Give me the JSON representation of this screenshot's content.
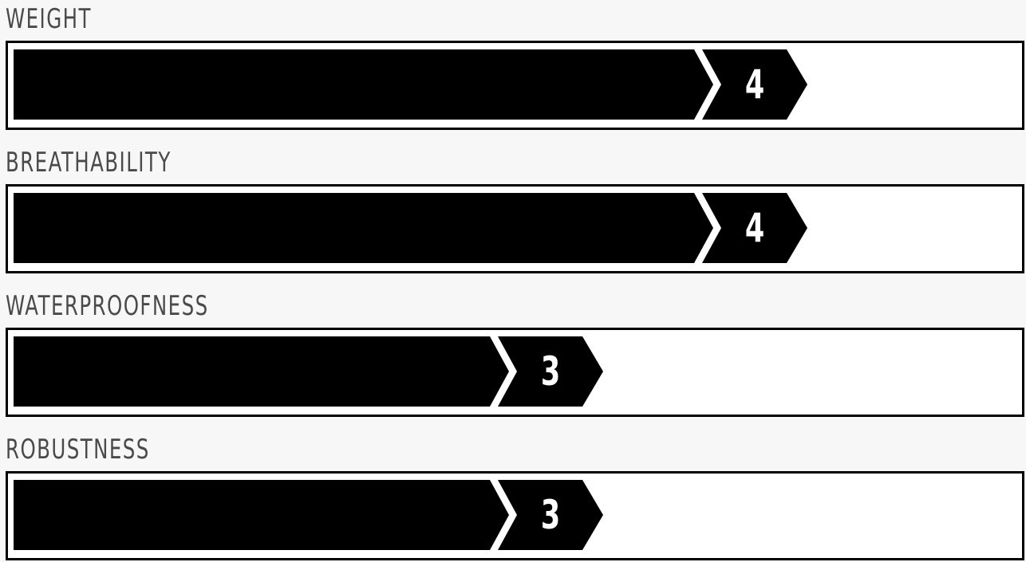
{
  "chart_data": {
    "type": "bar",
    "orientation": "horizontal",
    "title": "",
    "categories": [
      "WEIGHT",
      "BREATHABILITY",
      "WATERPROOFNESS",
      "ROBUSTNESS"
    ],
    "values": [
      4,
      4,
      3,
      3
    ],
    "xlim": [
      0,
      5
    ],
    "grid": false,
    "legend": null,
    "value_labels": [
      "4",
      "4",
      "3",
      "3"
    ]
  },
  "ratings": [
    {
      "label": "WEIGHT",
      "value": "4"
    },
    {
      "label": "BREATHABILITY",
      "value": "4"
    },
    {
      "label": "WATERPROOFNESS",
      "value": "3"
    },
    {
      "label": "ROBUSTNESS",
      "value": "3"
    }
  ],
  "colors": {
    "background": "#f7f7f7",
    "bar": "#000000",
    "box_fill": "#ffffff",
    "label_text": "#4a4a4a",
    "value_text": "#ffffff"
  }
}
